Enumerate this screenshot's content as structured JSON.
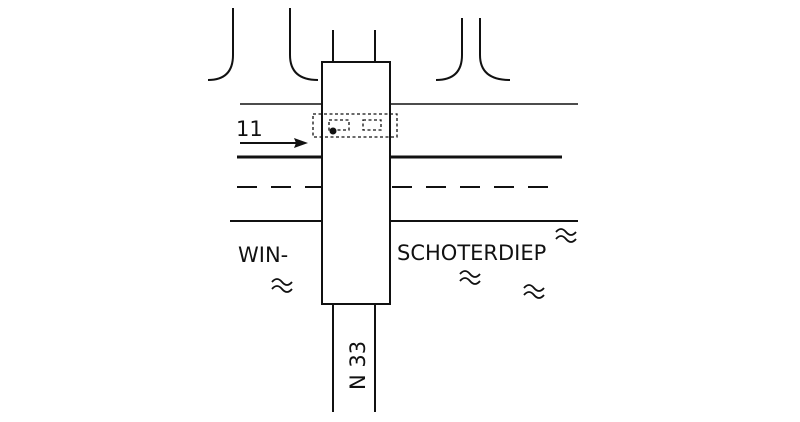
{
  "labels": {
    "route_number": "11",
    "water_left": "WIN-",
    "water_right": "SCHOTERDIEP",
    "road_number": "N 33"
  },
  "icons": {
    "arrow": "arrow-right-icon",
    "waves": "water-wave-icon",
    "vehicle": "vehicle-icon"
  },
  "colors": {
    "ink": "#111111",
    "paper": "#ffffff"
  }
}
